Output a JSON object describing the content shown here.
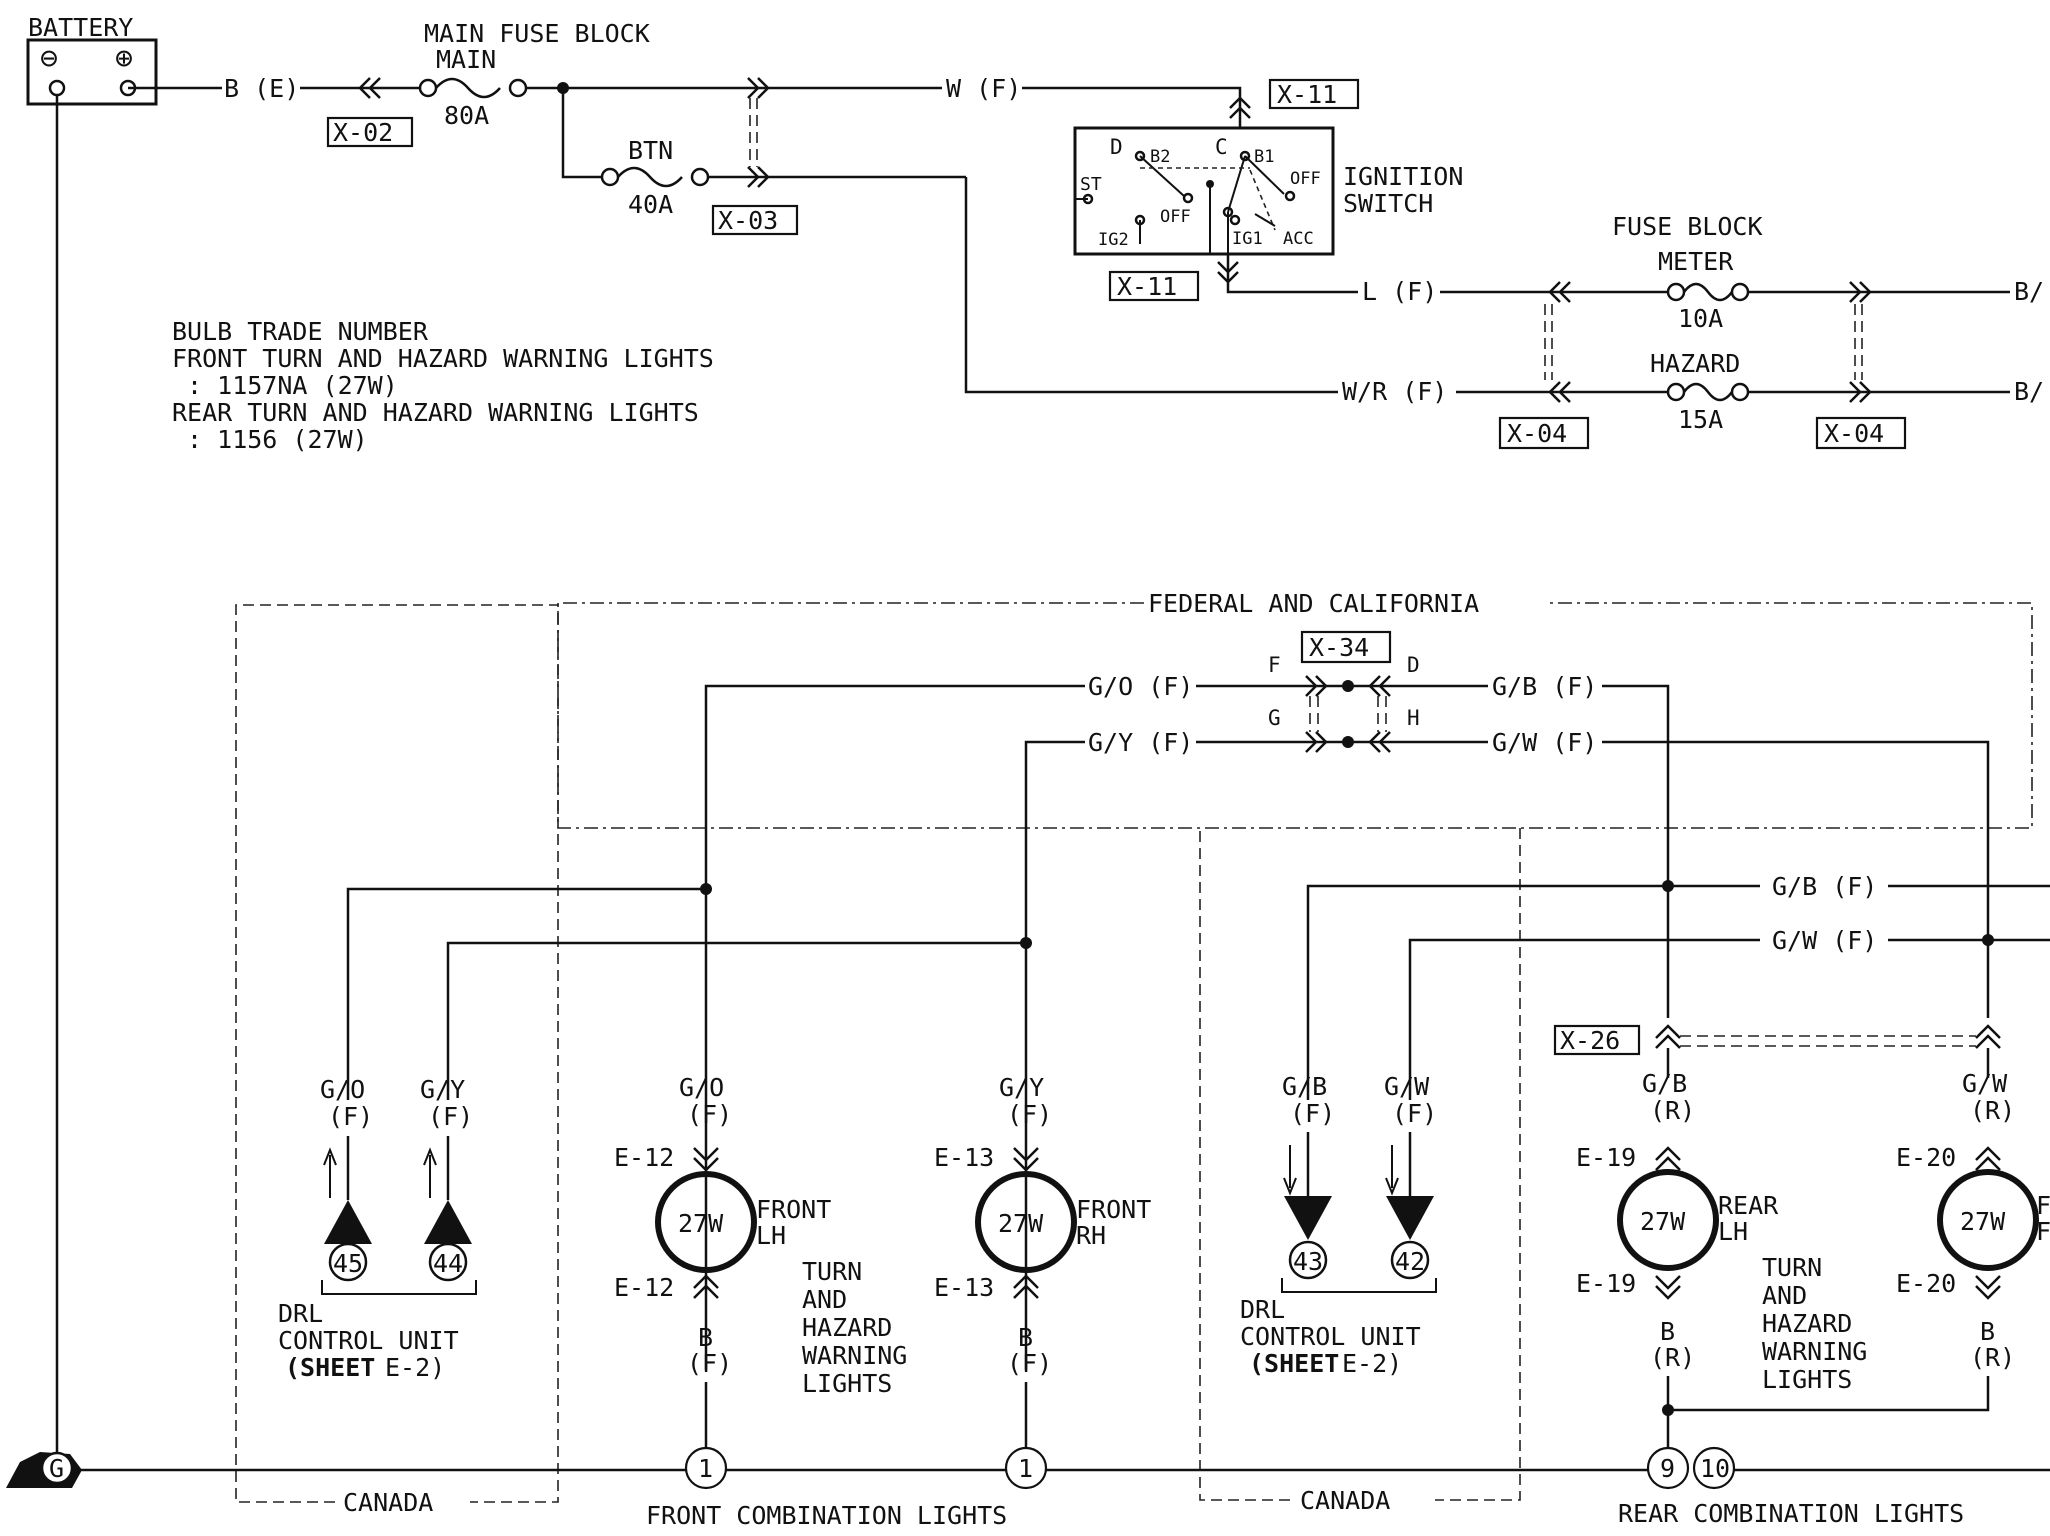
{
  "battery": {
    "label": "BATTERY",
    "minus": "⊖",
    "plus": "⊕"
  },
  "main_fuse_block": {
    "title": "MAIN FUSE BLOCK",
    "main": {
      "name": "MAIN",
      "rating": "80A"
    },
    "btn": {
      "name": "BTN",
      "rating": "40A"
    }
  },
  "wires": {
    "battery_out": "B (E)",
    "main_out": "W (F)",
    "ig1_out": "L (F)",
    "btn_out": "W/R (F)",
    "meter_out": "B/",
    "hazard_out": "B/",
    "fed_go": "G/O (F)",
    "fed_gy": "G/Y (F)",
    "fed_gb": "G/B (F)",
    "fed_gw": "G/W (F)",
    "rear_gb": "G/B (F)",
    "rear_gw": "G/W (F)"
  },
  "connectors": {
    "x02": "X-02",
    "x03": "X-03",
    "x11_top": "X-11",
    "x11_bottom": "X-11",
    "x04_left": "X-04",
    "x04_right": "X-04",
    "x34": "X-34",
    "x26": "X-26",
    "x34_pins": {
      "f": "F",
      "d": "D",
      "g": "G",
      "h": "H"
    }
  },
  "ignition_switch": {
    "label_line1": "IGNITION",
    "label_line2": "SWITCH",
    "terminals": {
      "d": "D",
      "c": "C",
      "b2": "B2",
      "b1": "B1",
      "st": "ST",
      "off_right": "OFF",
      "off_mid": "OFF",
      "ig2": "IG2",
      "ig1": "IG1",
      "acc": "ACC"
    }
  },
  "fuse_block": {
    "title": "FUSE BLOCK",
    "meter": {
      "name": "METER",
      "rating": "10A"
    },
    "hazard": {
      "name": "HAZARD",
      "rating": "15A"
    }
  },
  "bulb_note": [
    "BULB TRADE NUMBER",
    "FRONT TURN AND HAZARD WARNING LIGHTS",
    " : 1157NA (27W)",
    "REAR TURN AND HAZARD WARNING LIGHTS",
    " : 1156 (27W)"
  ],
  "regions": {
    "federal": "FEDERAL AND CALIFORNIA",
    "canada_left": "CANADA",
    "canada_right": "CANADA"
  },
  "drl_left": {
    "pins": [
      {
        "wire_line1": "G/O",
        "wire_line2": "(F)",
        "pin": "45"
      },
      {
        "wire_line1": "G/Y",
        "wire_line2": "(F)",
        "pin": "44"
      }
    ],
    "label_line1": "DRL",
    "label_line2": "CONTROL UNIT",
    "sheet_bold": "(SHEET",
    "sheet_ref": "E-2)"
  },
  "drl_right": {
    "pins": [
      {
        "wire_line1": "G/B",
        "wire_line2": "(F)",
        "pin": "43"
      },
      {
        "wire_line1": "G/W",
        "wire_line2": "(F)",
        "pin": "42"
      }
    ],
    "label_line1": "DRL",
    "label_line2": "CONTROL UNIT",
    "sheet_bold": "(SHEET",
    "sheet_ref": "E-2)"
  },
  "front_lamps": [
    {
      "wire_top_line1": "G/O",
      "wire_top_line2": "(F)",
      "conn_top": "E-12",
      "watt": "27W",
      "name_line1": "FRONT",
      "name_line2": "LH",
      "conn_bottom": "E-12",
      "wire_bottom_line1": "B",
      "wire_bottom_line2": "(F)",
      "ground_pin": "1"
    },
    {
      "wire_top_line1": "G/Y",
      "wire_top_line2": "(F)",
      "conn_top": "E-13",
      "watt": "27W",
      "name_line1": "FRONT",
      "name_line2": "RH",
      "conn_bottom": "E-13",
      "wire_bottom_line1": "B",
      "wire_bottom_line2": "(F)",
      "ground_pin": "1"
    }
  ],
  "rear_lamps": [
    {
      "wire_top_line1": "G/B",
      "wire_top_line2": "(R)",
      "conn_top": "E-19",
      "watt": "27W",
      "name_line1": "REAR",
      "name_line2": "LH",
      "conn_bottom": "E-19",
      "wire_bottom_line1": "B",
      "wire_bottom_line2": "(R)",
      "ground_pin": "9"
    },
    {
      "wire_top_line1": "G/W",
      "wire_top_line2": "(R)",
      "conn_top": "E-20",
      "watt": "27W",
      "name_line1": "F",
      "name_line2": "F",
      "conn_bottom": "E-20",
      "wire_bottom_line1": "B",
      "wire_bottom_line2": "(R)",
      "ground_pin": "10"
    }
  ],
  "turn_labels": {
    "front": [
      "TURN",
      "AND",
      "HAZARD",
      "WARNING",
      "LIGHTS"
    ],
    "rear": [
      "TURN",
      "AND",
      "HAZARD",
      "WARNING",
      "LIGHTS"
    ]
  },
  "combination_lights": {
    "front": "FRONT COMBINATION LIGHTS",
    "rear": "REAR COMBINATION LIGHTS"
  },
  "ground": {
    "label": "G"
  }
}
